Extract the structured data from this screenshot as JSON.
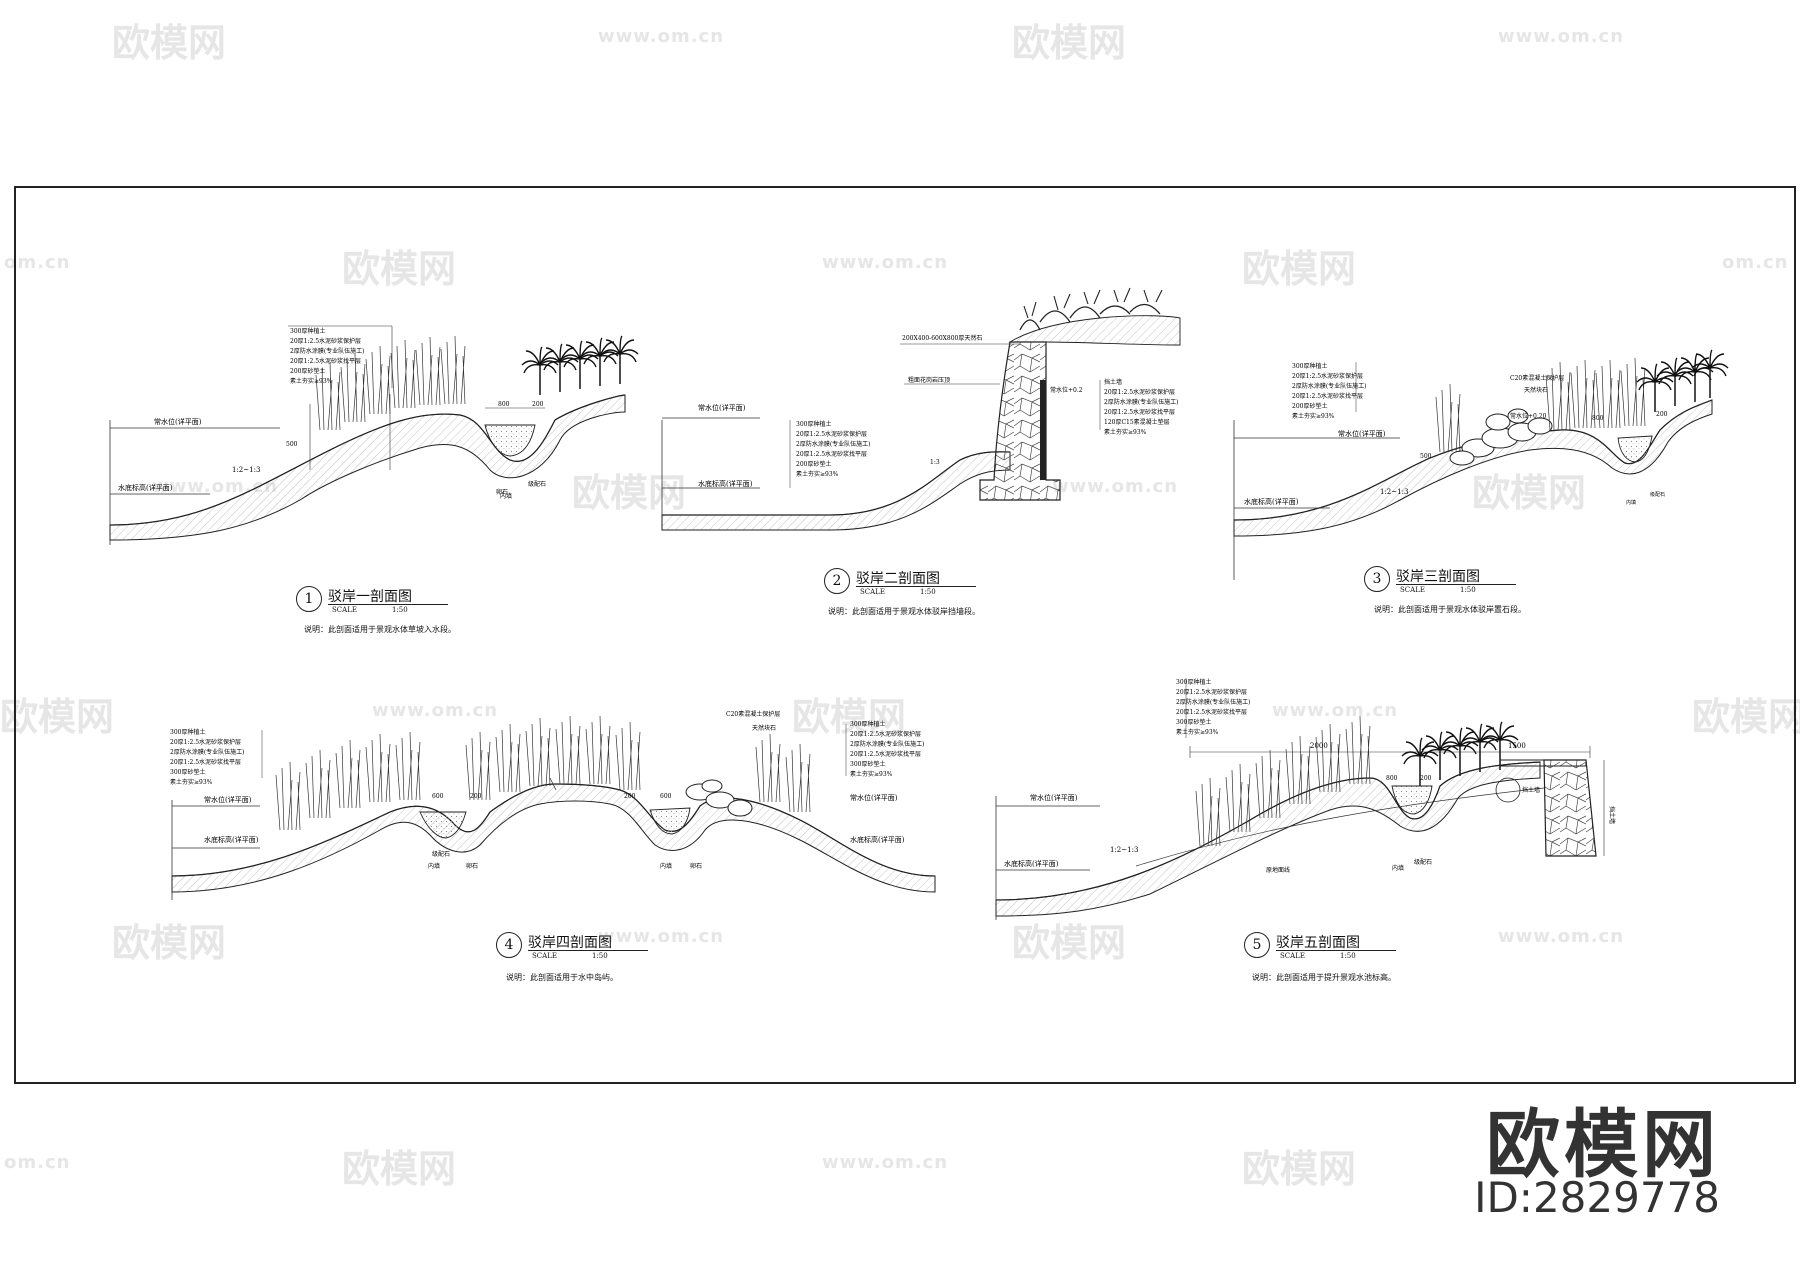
{
  "watermarks": {
    "logo_text": "欧模网",
    "url_text": "www.om.cn",
    "url_short": "om.cn",
    "logo_prefix": "欧模网"
  },
  "sections": [
    {
      "num": "1",
      "title": "驳岸一剖面图",
      "scale_label": "SCALE",
      "scale": "1:50",
      "note": "说明：此剖面适用于景观水体草坡入水段。",
      "annotations": [
        "300厚种植土",
        "20厚1:2.5水泥砂浆保护层",
        "2厚防水涂膜(专业队伍施工)",
        "20厚1:2.5水泥砂浆找平层",
        "200厚砂垫土",
        "素土夯实≥93%"
      ],
      "labels": [
        "常水位(详平面)",
        "水底标高(详平面)",
        "1:2~1:3",
        "500",
        "800",
        "200",
        "卵石",
        "内填",
        "级配石"
      ]
    },
    {
      "num": "2",
      "title": "驳岸二剖面图",
      "scale_label": "SCALE",
      "scale": "1:50",
      "note": "说明：此剖面适用于景观水体驳岸挡墙段。",
      "annotations_left": [
        "300厚种植土",
        "20厚1:2.5水泥砂浆保护层",
        "2厚防水涂膜(专业队伍施工)",
        "20厚1:2.5水泥砂浆找平层",
        "200厚砂垫土",
        "素土夯实≥93%"
      ],
      "annotations_right": [
        "挡土墙",
        "20厚1:2.5水泥砂浆保护层",
        "2厚防水涂膜(专业队伍施工)",
        "20厚1:2.5水泥砂浆找平层",
        "120厚C15素混凝土垫层",
        "素土夯实≥93%"
      ],
      "labels": [
        "常水位(详平面)",
        "水底标高(详平面)",
        "常水位+0.2",
        "200X400-600X800厚天然石",
        "粗面花岗岩压顶",
        "1:3"
      ]
    },
    {
      "num": "3",
      "title": "驳岸三剖面图",
      "scale_label": "SCALE",
      "scale": "1:50",
      "note": "说明：此剖面适用于景观水体驳岸置石段。",
      "annotations": [
        "300厚种植土",
        "20厚1:2.5水泥砂浆保护层",
        "2厚防水涂膜(专业队伍施工)",
        "20厚1:2.5水泥砂浆找平层",
        "200厚砂垫土",
        "素土夯实≥93%"
      ],
      "labels": [
        "C20素混凝土保护层",
        "天然块石",
        "常水位(详平面)",
        "水底标高(详平面)",
        "常水位+0.20",
        "1:2~1:3",
        "500",
        "800",
        "200",
        "内填",
        "级配石"
      ]
    },
    {
      "num": "4",
      "title": "驳岸四剖面图",
      "scale_label": "SCALE",
      "scale": "1:50",
      "note": "说明：此剖面适用于水中岛屿。",
      "annotations_left": [
        "300厚种植土",
        "20厚1:2.5水泥砂浆保护层",
        "2厚防水涂膜(专业队伍施工)",
        "20厚1:2.5水泥砂浆找平层",
        "300厚砂垫土",
        "素土夯实≥93%"
      ],
      "annotations_right": [
        "300厚种植土",
        "20厚1:2.5水泥砂浆保护层",
        "2厚防水涂膜(专业队伍施工)",
        "20厚1:2.5水泥砂浆找平层",
        "300厚砂垫土",
        "素土夯实≥93%"
      ],
      "labels": [
        "C20素混凝土保护层",
        "天然块石",
        "常水位(详平面)",
        "水底标高(详平面)",
        "600",
        "200",
        "级配石",
        "内填",
        "卵石"
      ]
    },
    {
      "num": "5",
      "title": "驳岸五剖面图",
      "scale_label": "SCALE",
      "scale": "1:50",
      "note": "说明：此剖面适用于提升景观水池标高。",
      "annotations": [
        "300厚种植土",
        "20厚1:2.5水泥砂浆保护层",
        "2厚防水涂膜(专业队伍施工)",
        "20厚1:2.5水泥砂浆找平层",
        "300厚砂垫土",
        "素土夯实≥93%"
      ],
      "labels": [
        "常水位(详平面)",
        "水底标高(详平面)",
        "2000",
        "1500",
        "800",
        "200",
        "挡土墙",
        "挡土墙",
        "原地面线",
        "1:2~1:3",
        "内填",
        "级配石"
      ]
    }
  ],
  "brand": {
    "name": "欧模网",
    "id": "ID:2829778"
  }
}
